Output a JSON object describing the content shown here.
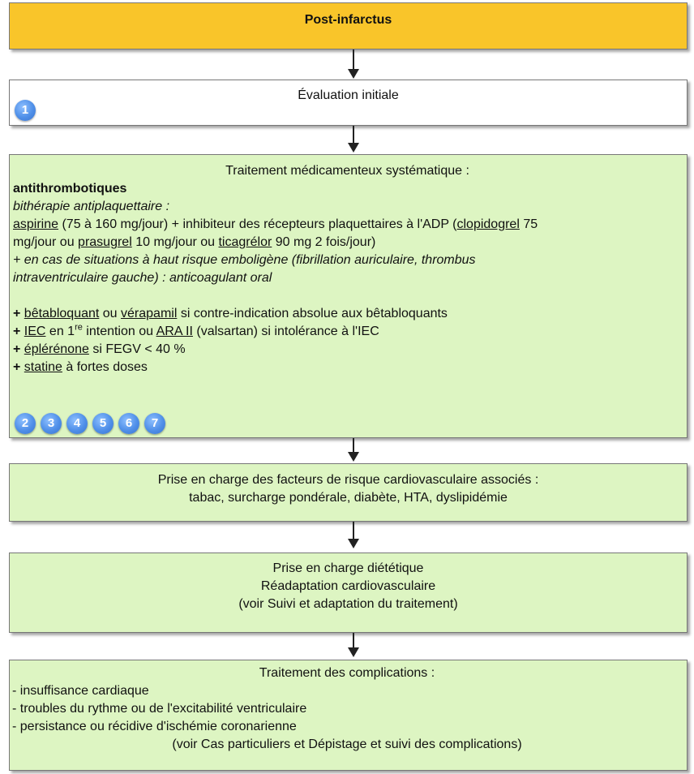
{
  "colors": {
    "header": "#f9c52a",
    "step": "#ddf5c2",
    "initial": "#ffffff",
    "badge": "#4f8fe8"
  },
  "header": {
    "title": "Post-infarctus"
  },
  "initial": {
    "label": "Évaluation initiale",
    "badge": "1"
  },
  "treatment": {
    "heading": "Traitement médicamenteux systématique :",
    "antithrombotiques": "antithrombotiques",
    "bitherapie": "bithérapie antiplaquettaire :",
    "l1": {
      "aspirine": "aspirine",
      "mid": " (75 à 160 mg/jour) + inhibiteur des récepteurs plaquettaires à l'ADP (",
      "clopidogrel": "clopidogrel",
      "tail": " 75"
    },
    "l2": {
      "a": "mg/jour ou ",
      "prasugrel": "prasugrel",
      "b": " 10 mg/jour ou ",
      "ticagrelor": "ticagrélor",
      "c": " 90 mg 2 fois/jour)"
    },
    "l3": "+ en cas de situations à haut risque emboligène (fibrillation auriculaire, thrombus",
    "l4": "intraventriculaire gauche) : anticoagulant oral",
    "b1": {
      "plus": "+ ",
      "beta": "bêtabloquant",
      "mid": " ou ",
      "vera": "vérapamil",
      "tail": " si contre-indication absolue aux bêtabloquants"
    },
    "b2": {
      "plus": "+ ",
      "iec": "IEC",
      "mid": " en 1",
      "sup": "re",
      "mid2": " intention ou ",
      "ara": "ARA II",
      "tail": " (valsartan) si intolérance à l'IEC"
    },
    "b3": {
      "plus": "+ ",
      "eple": "éplérénone",
      "tail": " si FEGV < 40 %"
    },
    "b4": {
      "plus": "+ ",
      "statine": "statine",
      "tail": " à fortes doses"
    },
    "badges": [
      "2",
      "3",
      "4",
      "5",
      "6",
      "7"
    ]
  },
  "risk": {
    "l1": "Prise en charge des facteurs de risque cardiovasculaire associés :",
    "l2": "tabac, surcharge pondérale, diabète, HTA, dyslipidémie"
  },
  "diet": {
    "l1": "Prise en charge diététique",
    "l2": "Réadaptation cardiovasculaire",
    "l3": "(voir Suivi et adaptation du traitement)"
  },
  "complications": {
    "heading": "Traitement des complications :",
    "items": [
      "- insuffisance cardiaque",
      "- troubles du rythme ou de l'excitabilité ventriculaire",
      "- persistance ou récidive d'ischémie coronarienne"
    ],
    "note": "(voir Cas particuliers et Dépistage et suivi des complications)"
  }
}
